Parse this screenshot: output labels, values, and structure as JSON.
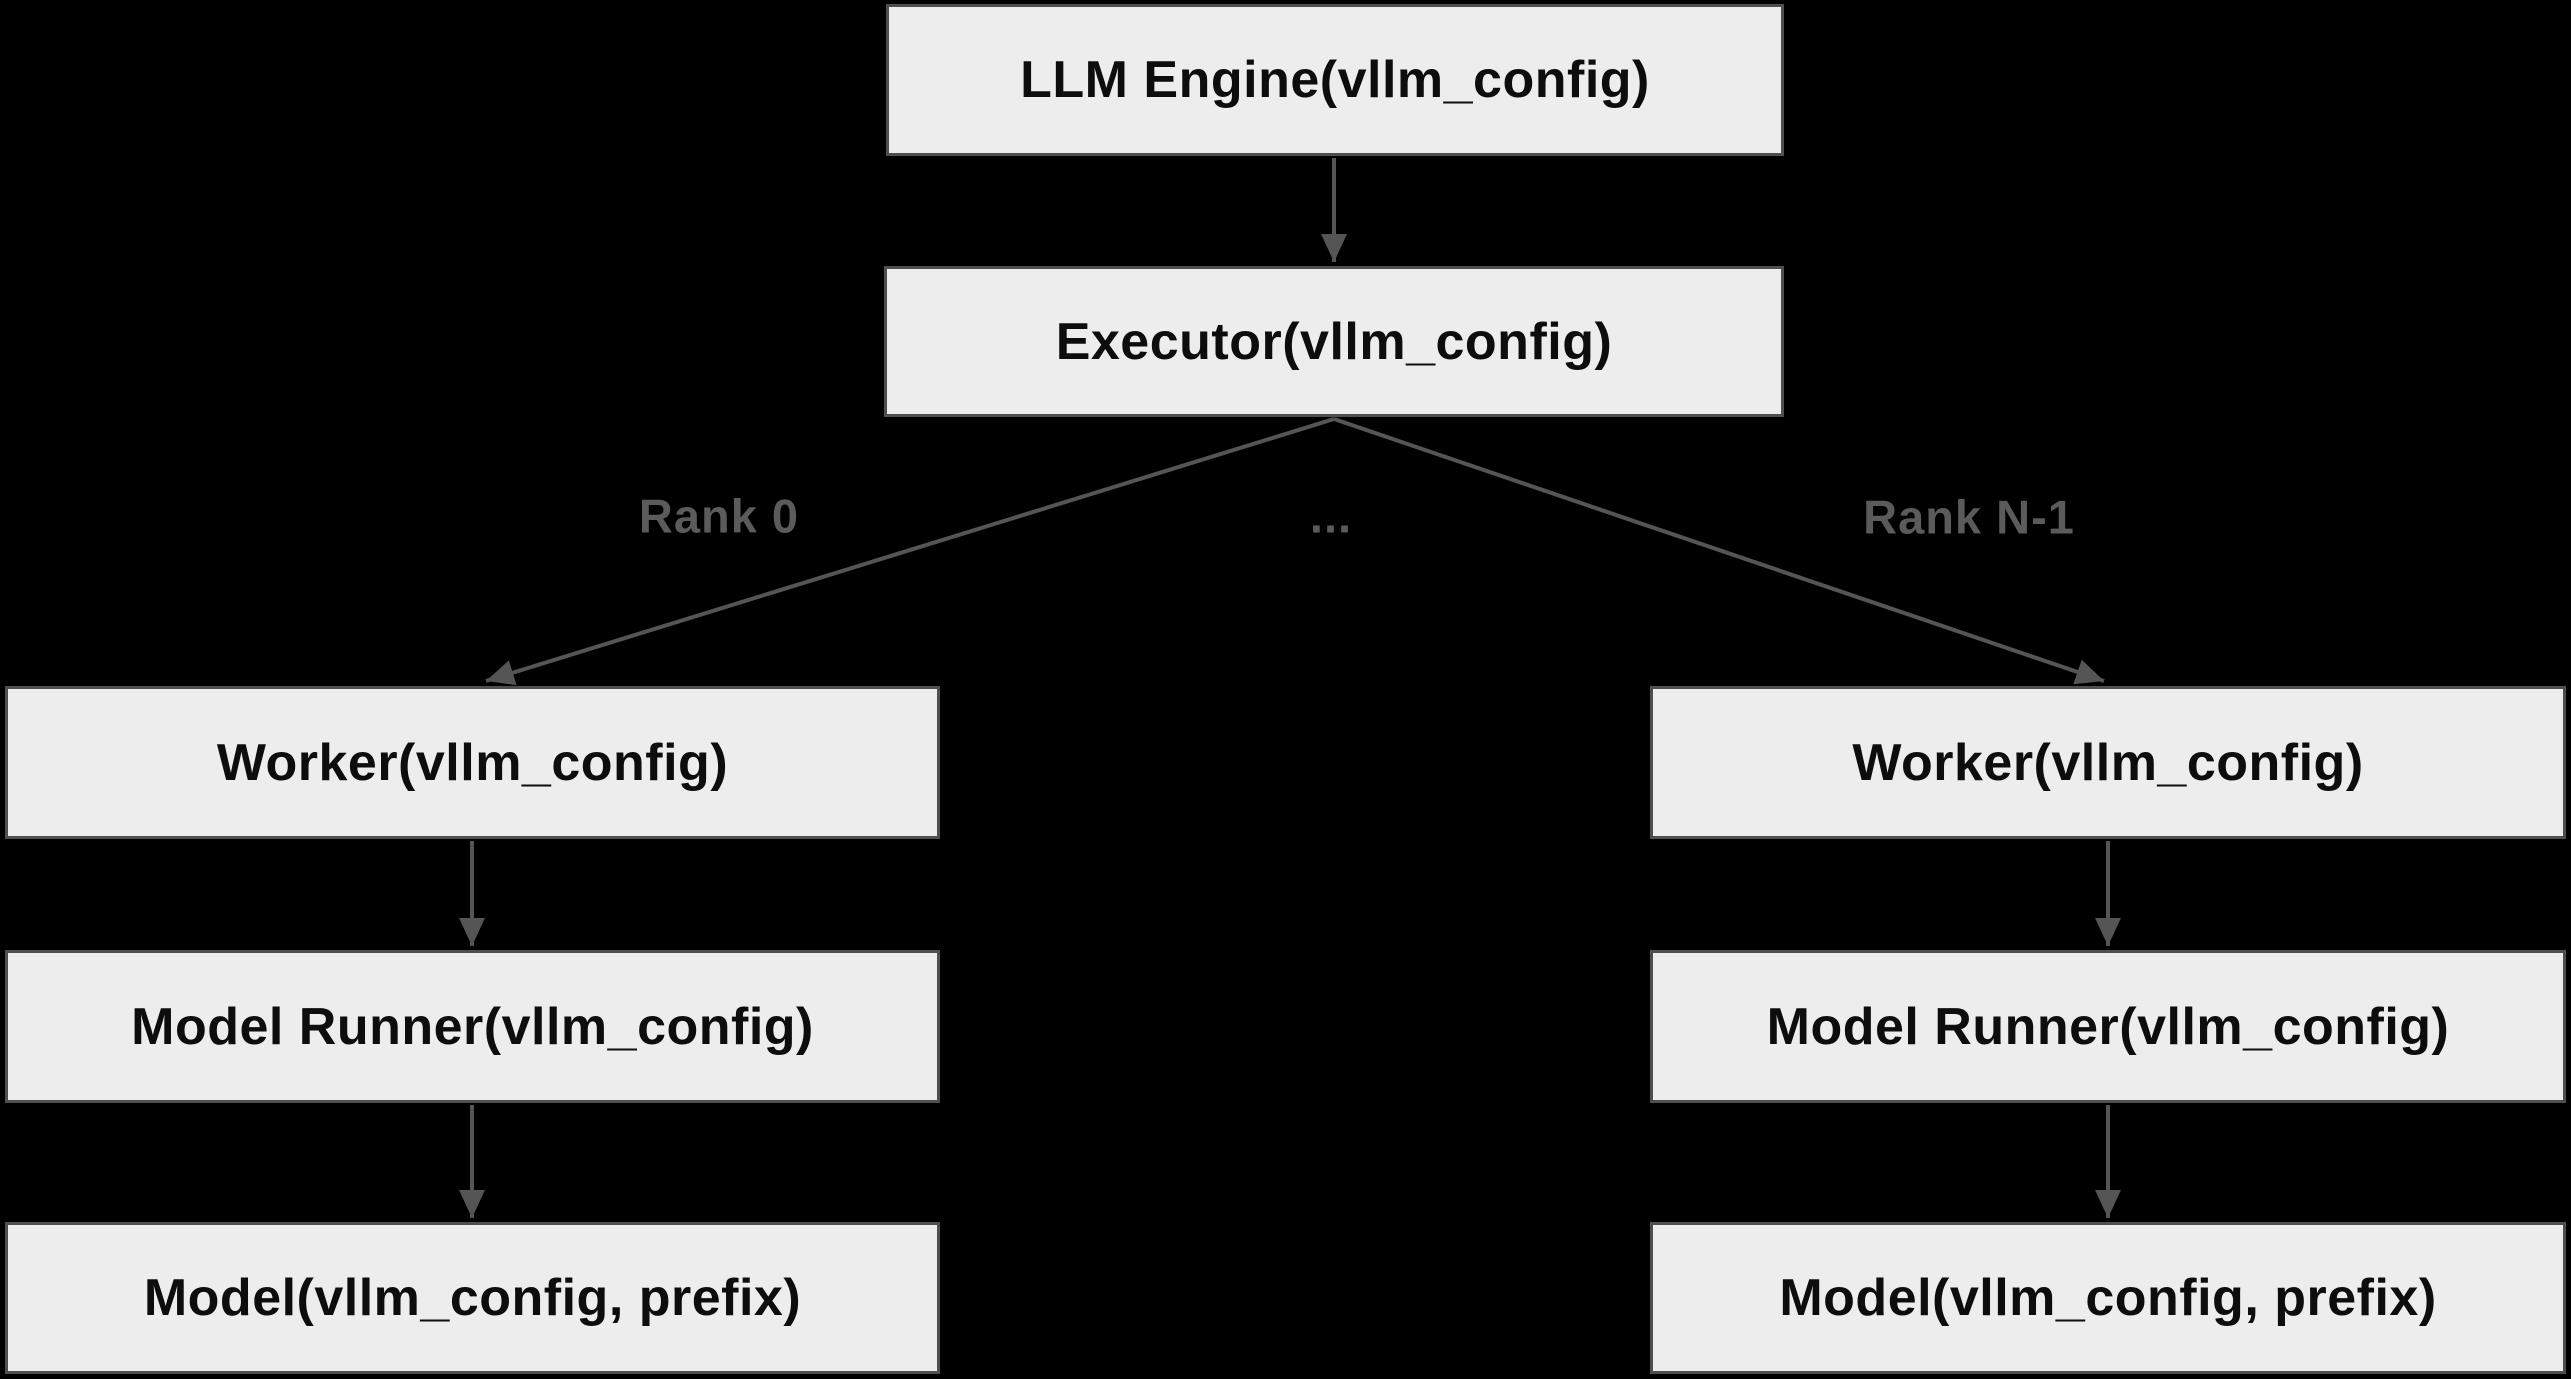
{
  "colors": {
    "background": "#000000",
    "box_fill": "#ededed",
    "box_border": "#4f4f4f",
    "box_text": "#0d0d0d",
    "arrow": "#555555",
    "label": "#5b5b5b"
  },
  "nodes": {
    "llm_engine": "LLM Engine(vllm_config)",
    "executor": "Executor(vllm_config)",
    "worker_left": "Worker(vllm_config)",
    "model_runner_left": "Model Runner(vllm_config)",
    "model_left": "Model(vllm_config, prefix)",
    "worker_right": "Worker(vllm_config)",
    "model_runner_right": "Model Runner(vllm_config)",
    "model_right": "Model(vllm_config, prefix)"
  },
  "edge_labels": {
    "rank_0": "Rank 0",
    "ellipsis": "...",
    "rank_n_minus_1": "Rank N-1"
  }
}
